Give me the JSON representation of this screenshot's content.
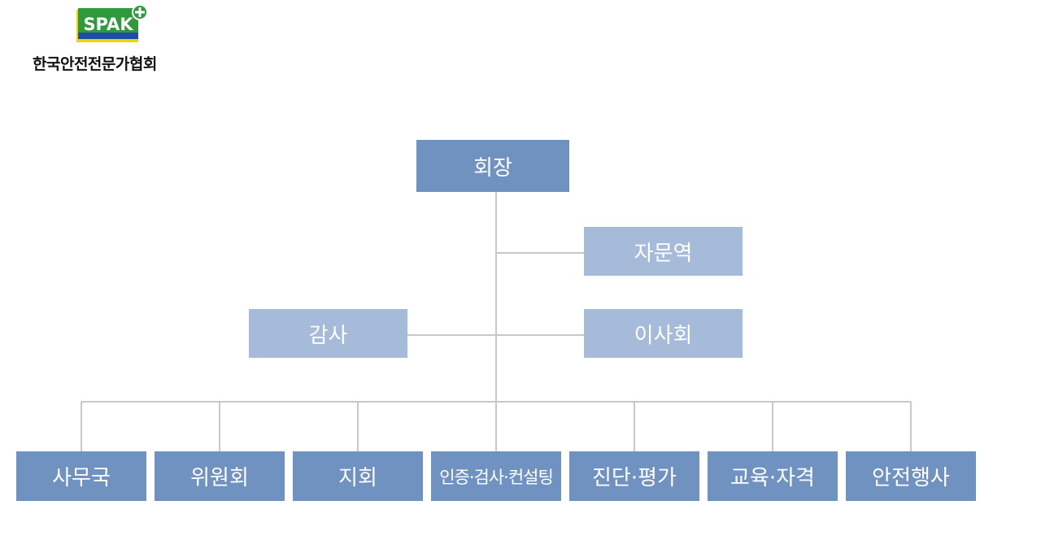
{
  "header": {
    "logo_text": "SPAK",
    "org_name": "한국안전전문가협회"
  },
  "chart": {
    "top": "회장",
    "advisory": "자문역",
    "audit": "감사",
    "board": "이사회",
    "departments": [
      "사무국",
      "위원회",
      "지회",
      "인증·검사·컨설팅",
      "진단·평가",
      "교육·자격",
      "안전행사"
    ]
  },
  "colors": {
    "box_dark": "#7092c0",
    "box_light": "#a6bad9",
    "connector": "#c8c8c8",
    "logo_green": "#2e9a3c",
    "logo_blue": "#1d4fa6",
    "logo_yellow": "#f2d400"
  }
}
